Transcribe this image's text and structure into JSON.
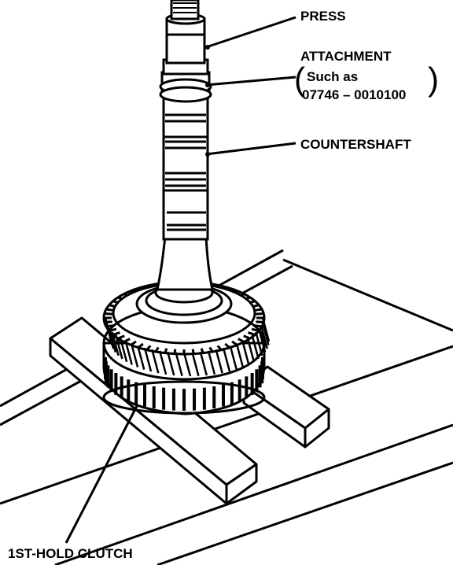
{
  "labels": {
    "press": "PRESS",
    "attachment": "ATTACHMENT",
    "such_as": "Such as",
    "part_number": "07746 – 0010100",
    "countershaft": "COUNTERSHAFT",
    "clutch": "1ST-HOLD CLUTCH"
  },
  "colors": {
    "ink": "#000000",
    "paper": "#ffffff"
  }
}
